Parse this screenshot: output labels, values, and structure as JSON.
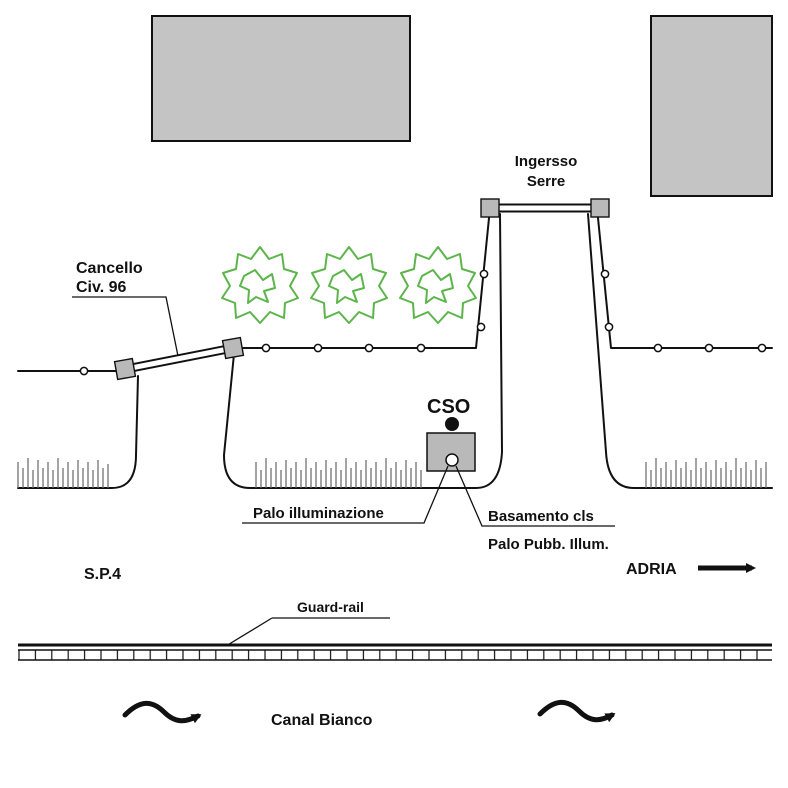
{
  "labels": {
    "ingresso_line1": "Ingersso",
    "ingresso_line2": "Serre",
    "cancello_line1": "Cancello",
    "cancello_line2": "Civ. 96",
    "cso": "CSO",
    "palo_illuminazione": "Palo illuminazione",
    "basamento": "Basamento cls",
    "palo_pubb": "Palo Pubb. Illum.",
    "road": "S.P.4",
    "adria": "ADRIA",
    "guard_rail": "Guard-rail",
    "canal": "Canal Bianco"
  },
  "colors": {
    "building": "#c4c4c4",
    "shrub": "#5cb54a",
    "line": "#111111",
    "post": "#b9b9b9"
  },
  "icons": {
    "direction_arrow": "right-arrow-icon",
    "flow_arrow": "wavy-flow-arrow-icon"
  }
}
